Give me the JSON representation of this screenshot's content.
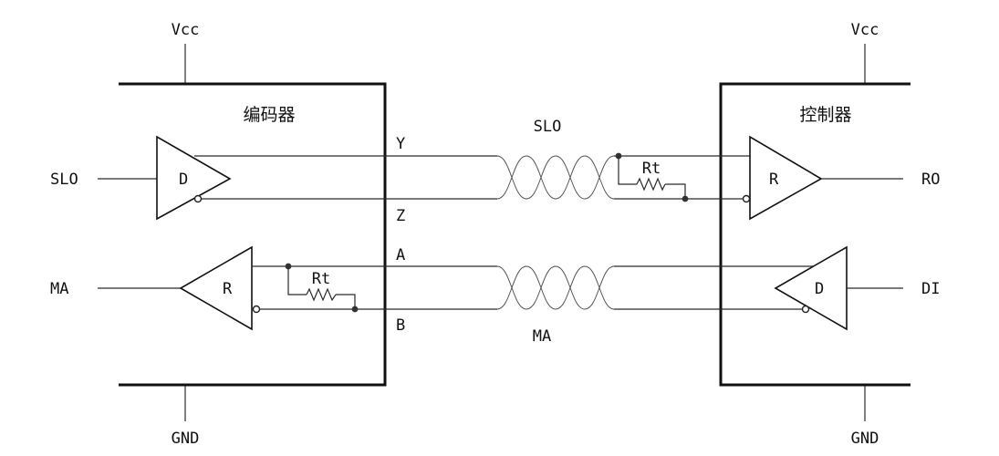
{
  "supply": {
    "left_vcc": "Vcc",
    "right_vcc": "Vcc",
    "left_gnd": "GND",
    "right_gnd": "GND"
  },
  "encoder": {
    "title": "编码器",
    "driver_label": "D",
    "receiver_label": "R",
    "terminator_label": "Rt",
    "pins": {
      "y": "Y",
      "z": "Z",
      "a": "A",
      "b": "B"
    },
    "inputs": {
      "slo": "SLO",
      "ma": "MA"
    }
  },
  "controller": {
    "title": "控制器",
    "receiver_label": "R",
    "driver_label": "D",
    "terminator_label": "Rt",
    "outputs": {
      "ro": "RO",
      "di": "DI"
    }
  },
  "cables": {
    "top": "SLO",
    "bottom": "MA"
  }
}
